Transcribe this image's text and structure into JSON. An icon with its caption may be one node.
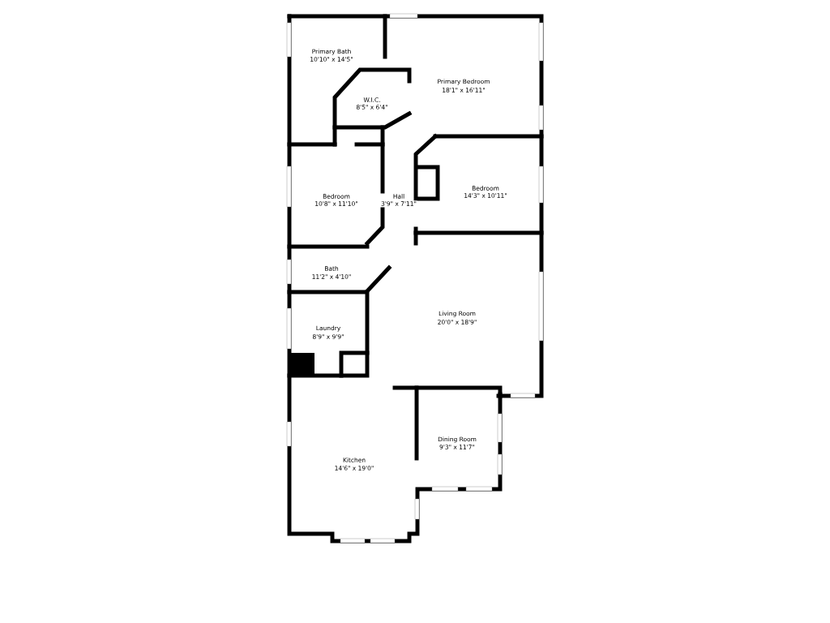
{
  "diagram": {
    "labels": [
      "Primary Bath",
      "10'10\" x 14'5\"",
      "W.I.C.",
      "8'5\" x 6'4\"",
      "Primary Bedroom",
      "18'1\" x 16'11\"",
      "Bedroom",
      "10'8\" x 11'10\"",
      "Hall",
      "3'9\" x 7'11\"",
      "Bedroom",
      "14'3\" x 10'11\"",
      "Bath",
      "11'2\" x 4'10\"",
      "Living Room",
      "20'0\" x 18'9\"",
      "Laundry",
      "8'9\" x 9'9\"",
      "Dining Room",
      "9'3\" x 11'7\"",
      "Kitchen",
      "14'6\" x 19'0\""
    ]
  }
}
